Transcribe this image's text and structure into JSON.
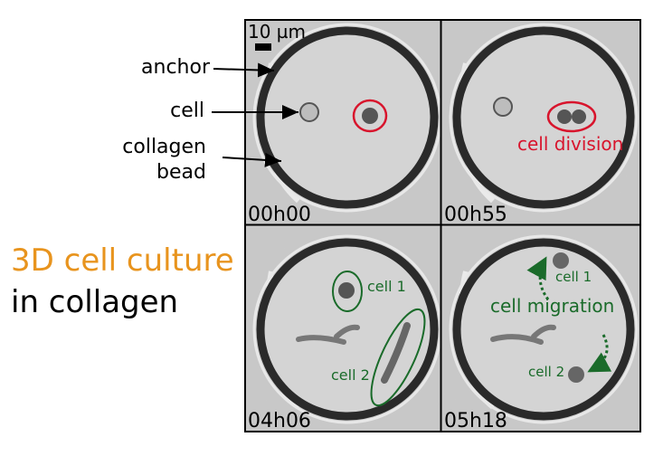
{
  "title": {
    "line1": "3D cell culture",
    "line2": "in collagen"
  },
  "labels": {
    "anchor": "anchor",
    "cell": "cell",
    "bead_line1": "collagen",
    "bead_line2": "bead",
    "scale_bar": "10 µm"
  },
  "panels": [
    {
      "time": "00h00"
    },
    {
      "time": "00h55",
      "annotation": "cell division"
    },
    {
      "time": "04h06",
      "cell1": "cell 1",
      "cell2": "cell 2"
    },
    {
      "time": "05h18",
      "cell1": "cell 1",
      "cell2": "cell 2",
      "annotation": "cell migration"
    }
  ],
  "colors": {
    "title_orange": "#e8941e",
    "annotation_green": "#1a6b2a",
    "annotation_red": "#d8142c"
  }
}
